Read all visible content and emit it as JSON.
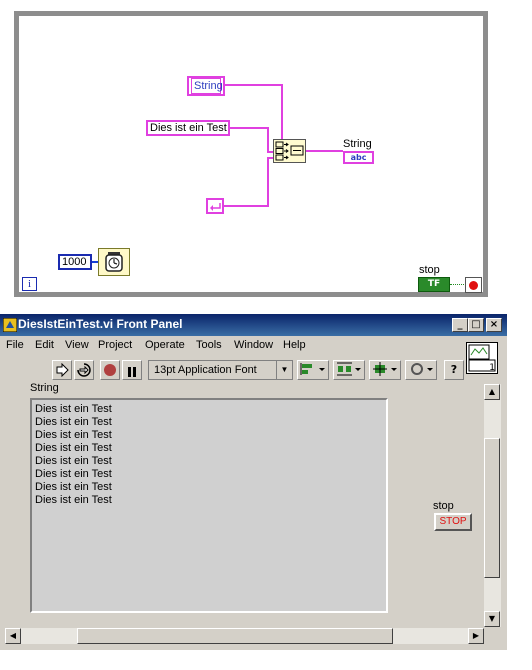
{
  "diagram": {
    "string_const_top": "String",
    "string_const_mid": "Dies ist ein Test",
    "numeric_const": "1000",
    "indicator_label": "String",
    "indicator_glyph": "abc",
    "stop_label": "stop",
    "stop_terminal": "TF",
    "iteration_glyph": "i"
  },
  "window": {
    "title": "DiesIstEinTest.vi Front Panel",
    "minimize": "_",
    "maximize": "□",
    "close": "×"
  },
  "menu": [
    "File",
    "Edit",
    "View",
    "Project",
    "Operate",
    "Tools",
    "Window",
    "Help"
  ],
  "toolbar": {
    "font": "13pt Application Font",
    "vi_icon_number": "1"
  },
  "panel": {
    "string_label": "String",
    "string_lines": [
      "Dies ist ein Test",
      "Dies ist ein Test",
      "Dies ist ein Test",
      "Dies ist ein Test",
      "Dies ist ein Test",
      "Dies ist ein Test",
      "Dies ist ein Test",
      "Dies ist ein Test"
    ],
    "stop_label": "stop",
    "stop_button": "STOP"
  },
  "colors": {
    "string_wire": "#e040e0",
    "bool_wire": "#228b22",
    "numeric_wire": "#1840d8",
    "titlebar": "#0a246a"
  }
}
